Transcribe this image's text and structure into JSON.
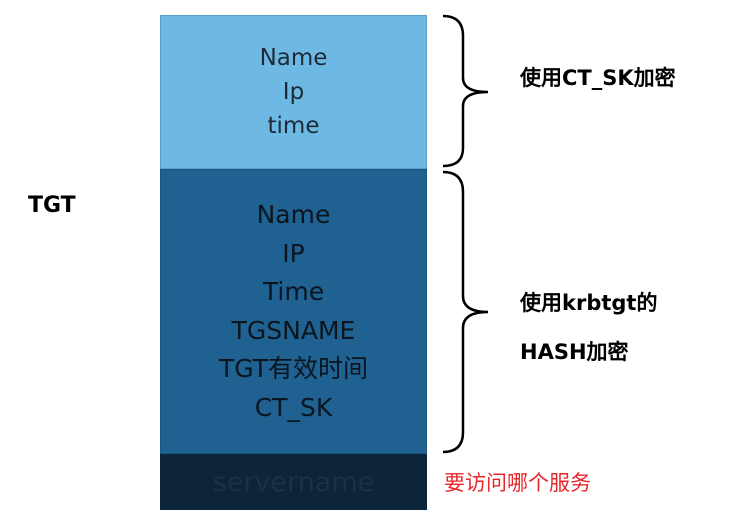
{
  "tgt_label": "TGT",
  "top_block": {
    "lines": [
      "Name",
      "Ip",
      "time"
    ],
    "color": "#6db9e4"
  },
  "mid_block": {
    "lines": [
      "Name",
      "IP",
      "Time",
      "TGSNAME",
      "TGT有效时间",
      "CT_SK"
    ],
    "color": "#1f6190"
  },
  "bottom_block": {
    "text": "servername",
    "color": "#0c2538"
  },
  "annotations": {
    "top": "使用CT_SK加密",
    "mid_line1": "使用krbtgt的",
    "mid_line2": "HASH加密",
    "bottom": "要访问哪个服务",
    "bottom_color": "#e8272b"
  }
}
